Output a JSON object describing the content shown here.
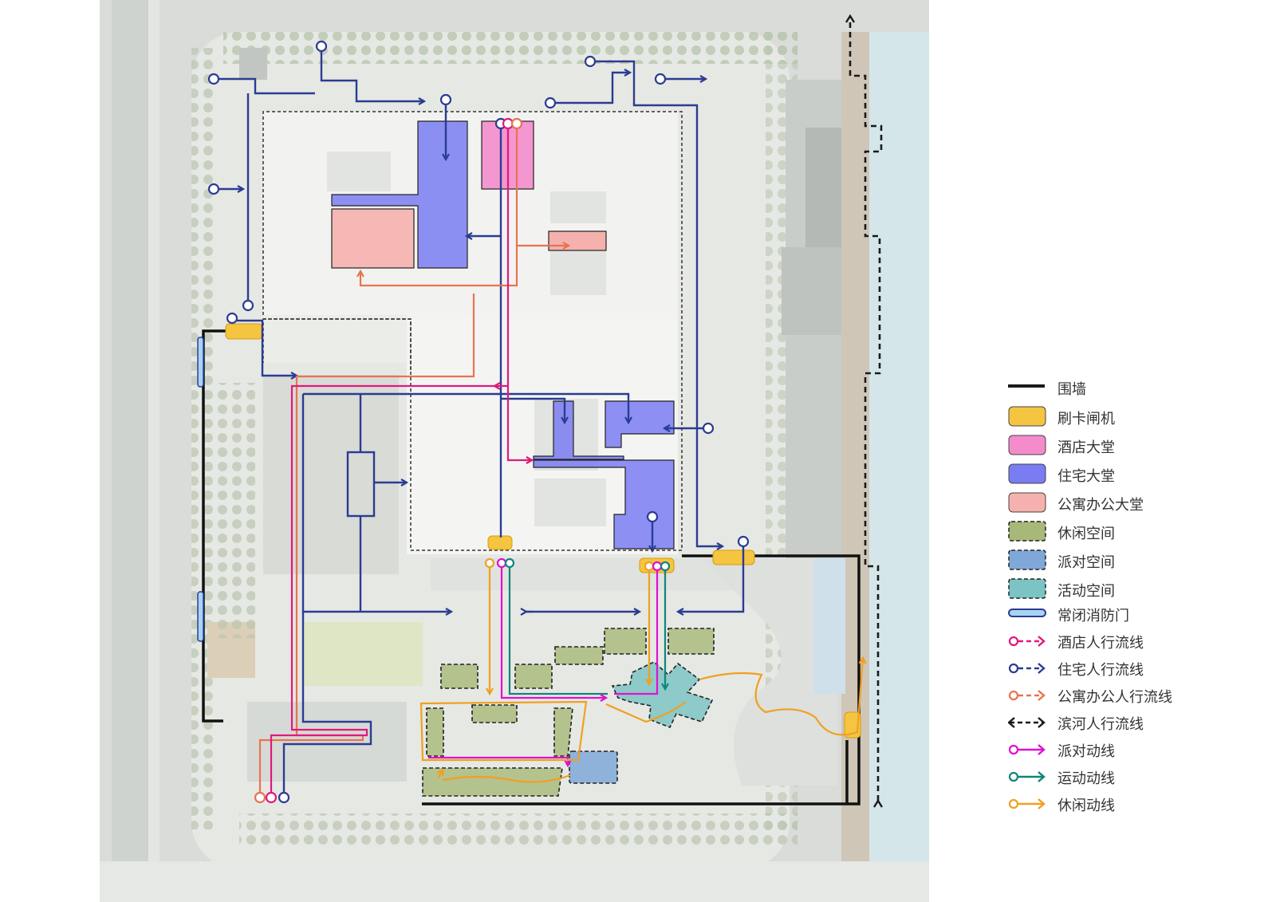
{
  "colors": {
    "wall": "#1a1a1a",
    "card_gate": "#f5c542",
    "hotel_lobby": "#f48ccc",
    "residential_lobby": "#7a7cf2",
    "apartment_office_lobby": "#f5b1ad",
    "leisure_space": "#a8b878",
    "party_space": "#7fa8d8",
    "activity_space": "#7cc4c4",
    "fire_door": "#a8d4f4",
    "hotel_flow": "#e0197d",
    "residential_flow": "#2b3c91",
    "apartment_office_flow": "#e8734f",
    "riverside_flow": "#1a1a1a",
    "party_route": "#e010d0",
    "sport_route": "#11857a",
    "leisure_route": "#f0a020"
  },
  "legend": [
    {
      "key": "wall",
      "label": "围墙",
      "symbol": "solid-line"
    },
    {
      "key": "card_gate",
      "label": "刷卡闸机",
      "symbol": "filled-box"
    },
    {
      "key": "hotel_lobby",
      "label": "酒店大堂",
      "symbol": "filled-box"
    },
    {
      "key": "residential_lobby",
      "label": "住宅大堂",
      "symbol": "filled-box"
    },
    {
      "key": "apartment_office_lobby",
      "label": "公寓办公大堂",
      "symbol": "filled-box"
    },
    {
      "key": "leisure_space",
      "label": "休闲空间",
      "symbol": "dashed-box"
    },
    {
      "key": "party_space",
      "label": "派对空间",
      "symbol": "dashed-box"
    },
    {
      "key": "activity_space",
      "label": "活动空间",
      "symbol": "dashed-box"
    },
    {
      "key": "fire_door",
      "label": "常闭消防门",
      "symbol": "capsule"
    },
    {
      "key": "hotel_flow",
      "label": "酒店人行流线",
      "symbol": "circle-dashed-arrow"
    },
    {
      "key": "residential_flow",
      "label": "住宅人行流线",
      "symbol": "circle-dashed-arrow"
    },
    {
      "key": "apartment_office_flow",
      "label": "公寓办公人行流线",
      "symbol": "circle-dashed-arrow"
    },
    {
      "key": "riverside_flow",
      "label": "滨河人行流线",
      "symbol": "double-dashed-arrow"
    },
    {
      "key": "party_route",
      "label": "派对动线",
      "symbol": "circle-arrow"
    },
    {
      "key": "sport_route",
      "label": "运动动线",
      "symbol": "circle-arrow"
    },
    {
      "key": "leisure_route",
      "label": "休闲动线",
      "symbol": "circle-arrow"
    }
  ]
}
